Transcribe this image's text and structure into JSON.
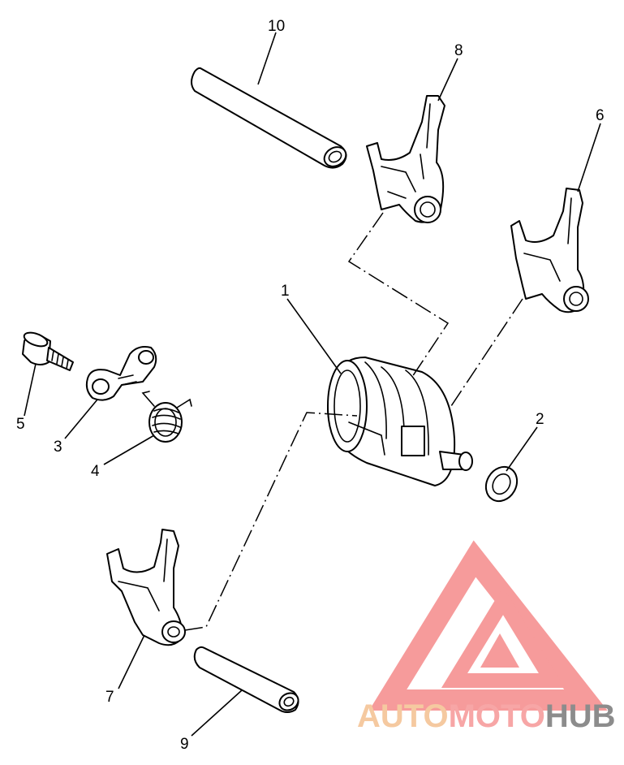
{
  "callouts": {
    "c1": "1",
    "c2": "2",
    "c3": "3",
    "c4": "4",
    "c5": "5",
    "c6": "6",
    "c7": "7",
    "c8": "8",
    "c9": "9",
    "c10": "10"
  },
  "watermark": {
    "part1": "AUTO",
    "part2": "MOTO",
    "part3": "HUB",
    "colors": {
      "auto": "#f5c9a0",
      "moto": "#f7a6a6",
      "hub": "#8c8c8c",
      "logo": "#f58a8a"
    }
  }
}
